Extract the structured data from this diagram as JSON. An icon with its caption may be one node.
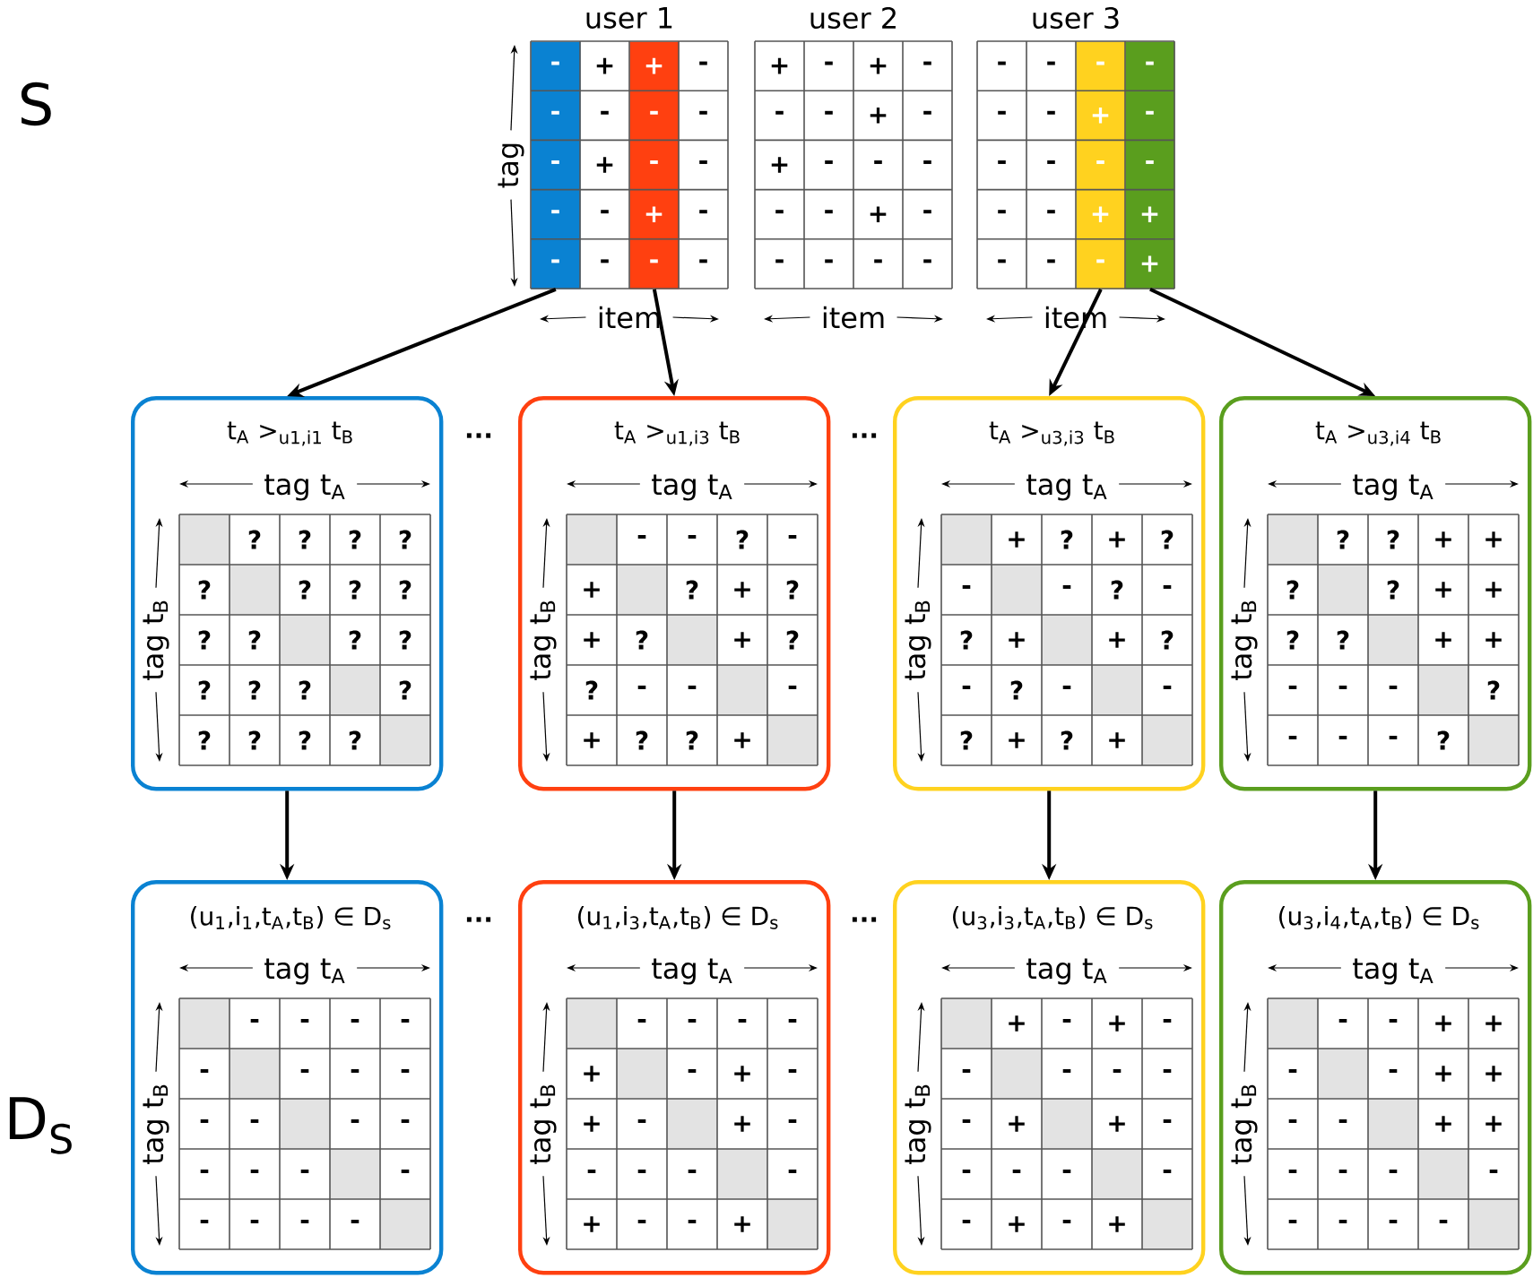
{
  "diagram": {
    "nodes": [
      {
        "text": [
          "user 1",
          "+",
          "-",
          "-",
          "-",
          "+",
          "-",
          "-",
          "-",
          "-",
          "-"
        ]
      },
      {
        "text": [
          "user 2",
          "+",
          "-",
          "+",
          "-",
          "-",
          "-",
          "+",
          "-",
          "+",
          "-",
          "-",
          "-",
          "-",
          "-",
          "+",
          "-",
          "-",
          "-",
          "-",
          "-"
        ]
      },
      {
        "text": [
          "user 3",
          "-",
          "-",
          "-",
          "-",
          "-",
          "-",
          "-",
          "-",
          "-",
          "-"
        ]
      },
      {
        "text": [
          "-",
          "-",
          "-",
          "-",
          "-"
        ],
        "in": 0
      },
      {
        "text": [
          "+",
          "-",
          "-",
          "+",
          "-"
        ],
        "in": 0
      },
      {
        "text": [
          "-",
          "+",
          "-",
          "+",
          "-"
        ],
        "in": 2
      },
      {
        "text": [
          "-",
          "-",
          "-",
          "+",
          "+"
        ],
        "in": 2
      },
      {
        "text": [
          "t$_{A}$ >$_{u1,i1}$ t$_{B}$",
          "tag t$_{A}$",
          "tag t$_{B}$",
          "?",
          "?",
          "?",
          "?",
          "?",
          "?",
          "?",
          "?",
          "?",
          "?",
          "?",
          "?",
          "?",
          "?",
          "?",
          "?",
          "?",
          "?",
          "?",
          "?"
        ]
      },
      {
        "text": [
          "t$_{A}$ >$_{u1,i3}$ t$_{B}$",
          "tag t$_{A}$",
          "tag t$_{B}$",
          "-",
          "-",
          "?",
          "-",
          "+",
          "?",
          "+",
          "?",
          "+",
          "?",
          "+",
          "?",
          "?",
          "-",
          "-",
          "-",
          "+",
          "?",
          "?",
          "+"
        ]
      },
      {
        "text": [
          "t$_{A}$ >$_{u3,i3}$ t$_{B}$",
          "tag t$_{A}$",
          "tag t$_{B}$",
          "+",
          "?",
          "+",
          "?",
          "-",
          "-",
          "?",
          "-",
          "?",
          "+",
          "+",
          "?",
          "-",
          "?",
          "-",
          "-",
          "?",
          "+",
          "?",
          "+"
        ]
      },
      {
        "text": [
          "t$_{A}$ >$_{u3,i4}$ t$_{B}$",
          "tag t$_{A}$",
          "tag t$_{B}$",
          "?",
          "?",
          "+",
          "+",
          "?",
          "?",
          "+",
          "+",
          "?",
          "?",
          "+",
          "+",
          "-",
          "-",
          "-",
          "?",
          "-",
          "-",
          "-",
          "?"
        ]
      },
      {
        "text": [
          "(u$_{1}$,i$_{1}$,t$_{A}$,t$_{B}$) ∈ D$_{s}$",
          "tag t$_{A}$",
          "tag t$_{B}$",
          "-",
          "-",
          "-",
          "-",
          "-",
          "-",
          "-",
          "-",
          "-",
          "-",
          "-",
          "-",
          "-",
          "-",
          "-",
          "-",
          "-",
          "-",
          "-",
          "-"
        ]
      },
      {
        "text": [
          "(u$_{1}$,i$_{3}$,t$_{A}$,t$_{B}$) ∈ D$_{s}$",
          "tag t$_{A}$",
          "tag t$_{B}$",
          "-",
          "-",
          "-",
          "-",
          "+",
          "-",
          "+",
          "-",
          "+",
          "-",
          "+",
          "-",
          "-",
          "-",
          "-",
          "-",
          "+",
          "-",
          "-",
          "+"
        ]
      },
      {
        "text": [
          "(u$_{3}$,i$_{3}$,t$_{A}$,t$_{B}$) ∈ D$_{s}$",
          "tag t$_{A}$",
          "tag t$_{B}$",
          "+",
          "-",
          "+",
          "-",
          "-",
          "-",
          "-",
          "-",
          "-",
          "+",
          "+",
          "-",
          "-",
          "-",
          "-",
          "-",
          "-",
          "+",
          "-",
          "+"
        ]
      },
      {
        "text": [
          "(u$_{3}$,i$_{4}$,t$_{A}$,t$_{B}$) ∈ D$_{s}$",
          "tag t$_{A}$",
          "tag t$_{B}$",
          "-",
          "-",
          "+",
          "+",
          "-",
          "-",
          "+",
          "+",
          "-",
          "-",
          "+",
          "+",
          "-",
          "-",
          "-",
          "-",
          "-",
          "-",
          "-",
          "-"
        ]
      }
    ],
    "edges": [
      {
        "from": 3,
        "to": 7,
        "arrow": "to"
      },
      {
        "from": 4,
        "to": 8,
        "arrow": "to"
      },
      {
        "from": 5,
        "to": 9,
        "arrow": "to"
      },
      {
        "from": 6,
        "to": 10,
        "arrow": "to"
      },
      {
        "from": 7,
        "to": 11,
        "arrow": "to"
      },
      {
        "from": 8,
        "to": 12,
        "arrow": "to"
      },
      {
        "from": 9,
        "to": 13,
        "arrow": "to"
      },
      {
        "from": 10,
        "to": 14,
        "arrow": "to"
      }
    ],
    "labels": [
      "S",
      "tag",
      "item",
      "item",
      "item",
      "...",
      "...",
      "...",
      "...",
      "D$_{S}$"
    ]
  }
}
